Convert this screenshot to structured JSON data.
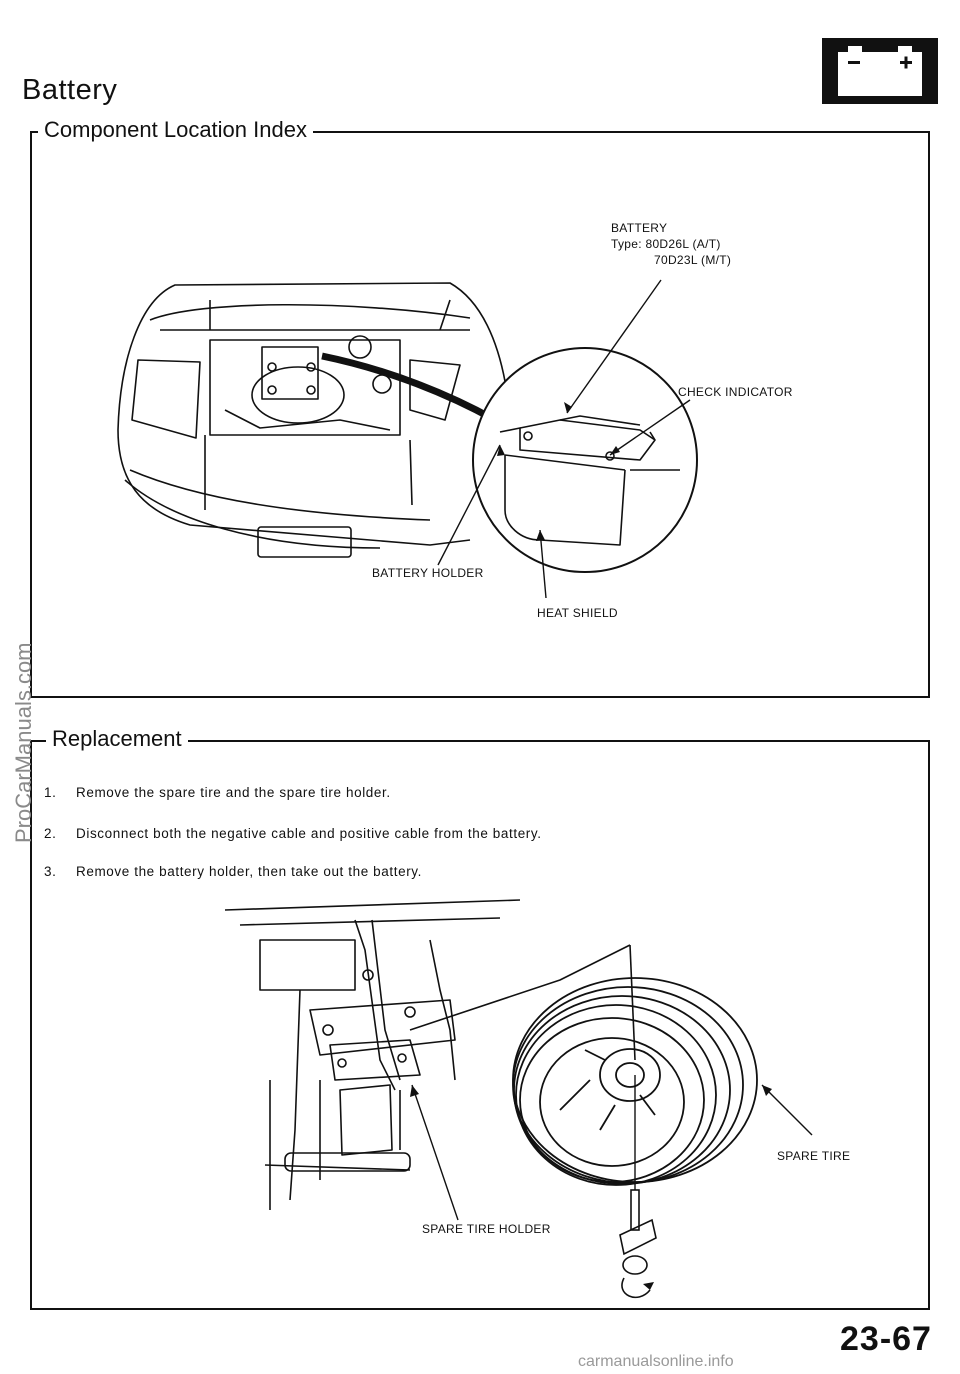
{
  "header": {
    "title": "Battery",
    "icon": "battery-icon"
  },
  "section_location": {
    "heading": "Component Location Index",
    "labels": {
      "battery_line1": "BATTERY",
      "battery_line2": "Type: 80D26L (A/T)",
      "battery_line3": "70D23L (M/T)",
      "check_indicator": "CHECK  INDICATOR",
      "battery_holder": "BATTERY HOLDER",
      "heat_shield": "HEAT  SHIELD"
    }
  },
  "section_replacement": {
    "heading": "Replacement",
    "steps": [
      {
        "num": "1.",
        "text": "Remove  the  spare  tire  and  the  spare  tire  holder."
      },
      {
        "num": "2.",
        "text": "Disconnect  both  the  negative  cable  and  positive  cable  from  the  battery."
      },
      {
        "num": "3.",
        "text": "Remove  the  battery  holder,  then  take  out  the  battery."
      }
    ],
    "labels": {
      "spare_tire": "SPARE TIRE",
      "spare_tire_holder": "SPARE TIRE HOLDER"
    }
  },
  "footer": {
    "page_number": "23-67",
    "watermark_side": "ProCarManuals.com",
    "watermark_bottom": "carmanualsonline.info"
  }
}
